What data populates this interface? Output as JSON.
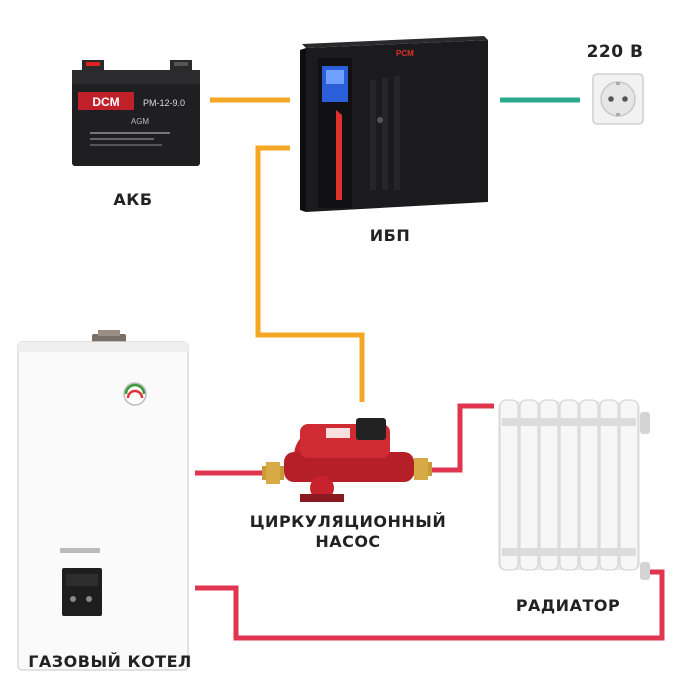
{
  "labels": {
    "battery": "АКБ",
    "ups": "ИБП",
    "voltage": "220 В",
    "pump_line1": "ЦИРКУЛЯЦИОННЫЙ",
    "pump_line2": "НАСОС",
    "radiator": "РАДИАТОР",
    "boiler": "ГАЗОВЫЙ КОТЕЛ"
  },
  "battery_markings": {
    "brand": "DCM",
    "model": "PM-12-9.0",
    "type": "AGM"
  },
  "ups_markings": {
    "brand": "PCM"
  },
  "colors": {
    "wire_orange": "#f5a623",
    "wire_teal": "#2aa98e",
    "pipe_red": "#e0354f",
    "pump_red": "#c8232c",
    "ups_accent": "#e0302a",
    "ups_screen": "#2b5fd9"
  }
}
